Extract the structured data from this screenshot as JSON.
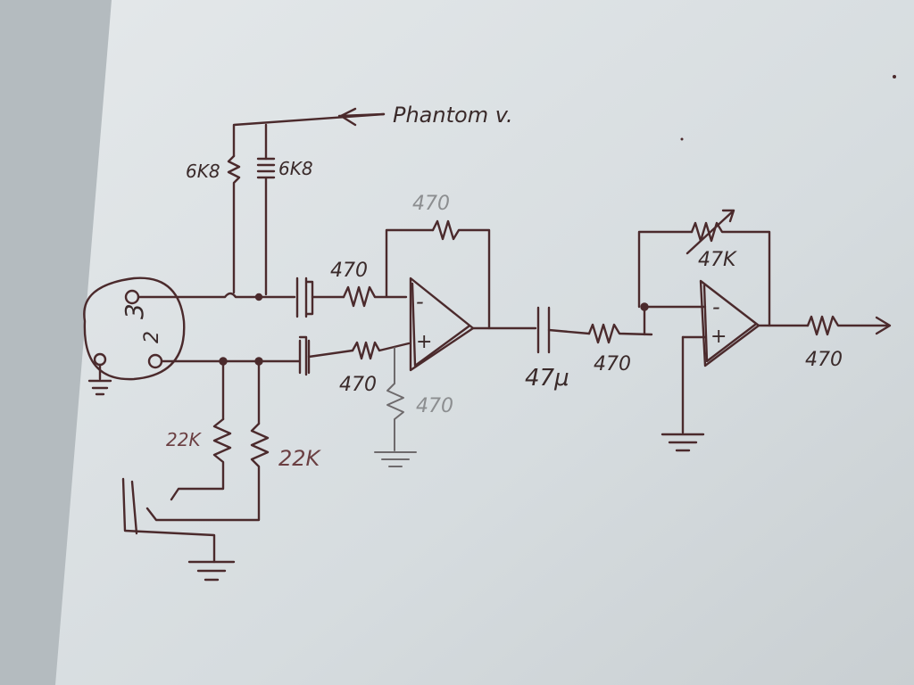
{
  "colors": {
    "ink": "#4b2a2c",
    "ink_dark": "#3a2a2a",
    "pencil": "#8c8e90",
    "paper": "#dde3e6",
    "desk": "#b9c0c4"
  },
  "labels": {
    "phantom": "Phantom v.",
    "r_phantom_1": "6K8",
    "r_phantom_2": "6K8",
    "r_feedback_1": "470",
    "r_input_neg": "470",
    "r_input_pos": "470",
    "r_pos_ground": "470",
    "r_bias_1": "22K",
    "r_bias_2": "22K",
    "cap_coupling": "47μ",
    "r_stage2_in": "470",
    "r_feedback_2": "47K",
    "r_output": "470",
    "xlr_pin_3": "3",
    "xlr_pin_2": "2",
    "opamp1_minus": "-",
    "opamp1_plus": "+",
    "opamp2_minus": "-",
    "opamp2_plus": "+"
  },
  "icons": [
    "ground-icon",
    "resistor-icon",
    "capacitor-icon",
    "opamp-icon",
    "arrow-icon",
    "xlr-connector-icon",
    "potentiometer-icon"
  ]
}
